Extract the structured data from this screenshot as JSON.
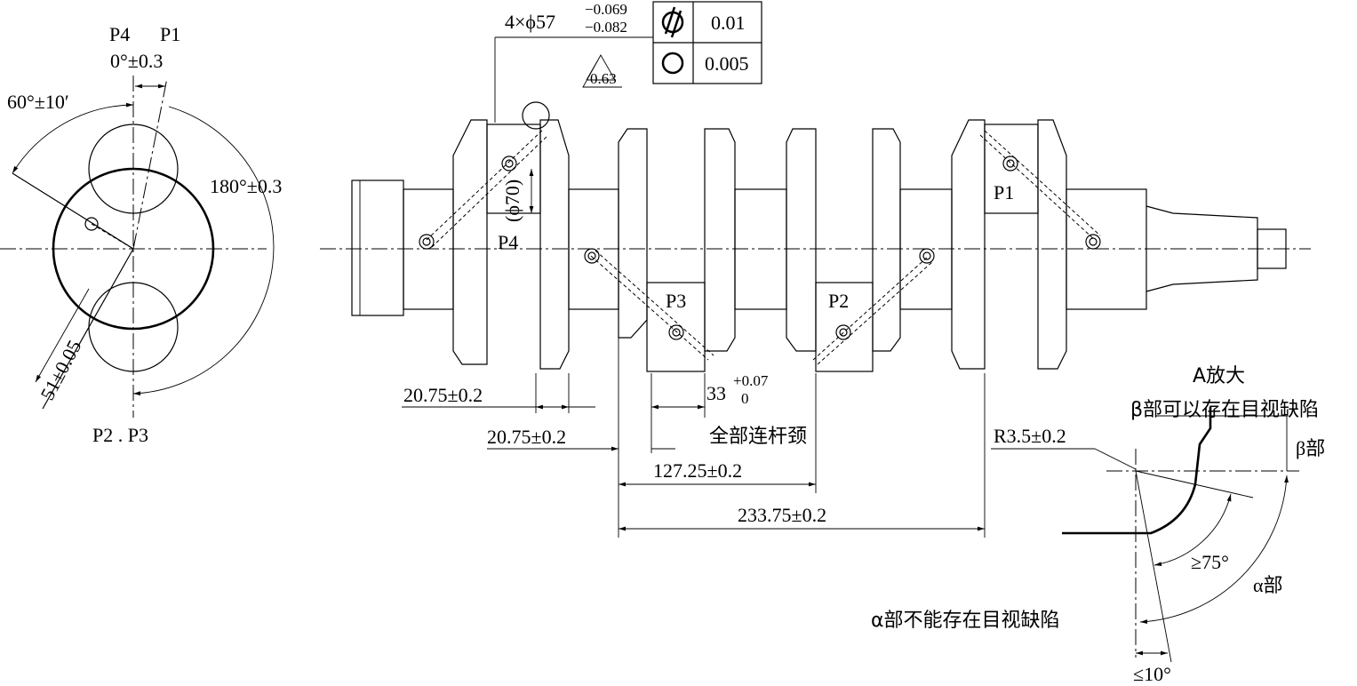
{
  "phase_view": {
    "label_p4": "P4",
    "label_p1": "P1",
    "label_p2_p3": "P2 . P3",
    "angle_p1": "0°±0.3",
    "angle_60": "60°±10′",
    "angle_180": "180°±0.3",
    "stroke_dim": "51±0.05"
  },
  "tolerance": {
    "pin_spec": "4×ϕ57",
    "pin_upper": "−0.069",
    "pin_lower": "−0.082",
    "roughness": "0.63",
    "cylindricity_value": "0.01",
    "roundness_value": "0.005",
    "cylindricity_icon": "cylindricity-icon",
    "roundness_icon": "roundness-icon"
  },
  "crankshaft": {
    "pin_labels": [
      "P1",
      "P2",
      "P3",
      "P4"
    ],
    "fillet_dia": "(ϕ70)"
  },
  "dimensions": {
    "d1": "20.75±0.2",
    "d2": "20.75±0.2",
    "d3": "127.25±0.2",
    "d4": "233.75±0.2",
    "pin_width": "33",
    "pin_width_upper": "+0.07",
    "pin_width_lower": "0",
    "all_pins_note": "全部连杆颈"
  },
  "detail": {
    "title": "A放大",
    "beta_note": "β部可以存在目视缺陷",
    "radius": "R3.5±0.2",
    "beta_label": "β部",
    "alpha_label": "α部",
    "angle_75": "≥75°",
    "angle_10": "≤10°",
    "alpha_note": "α部不能存在目视缺陷"
  }
}
